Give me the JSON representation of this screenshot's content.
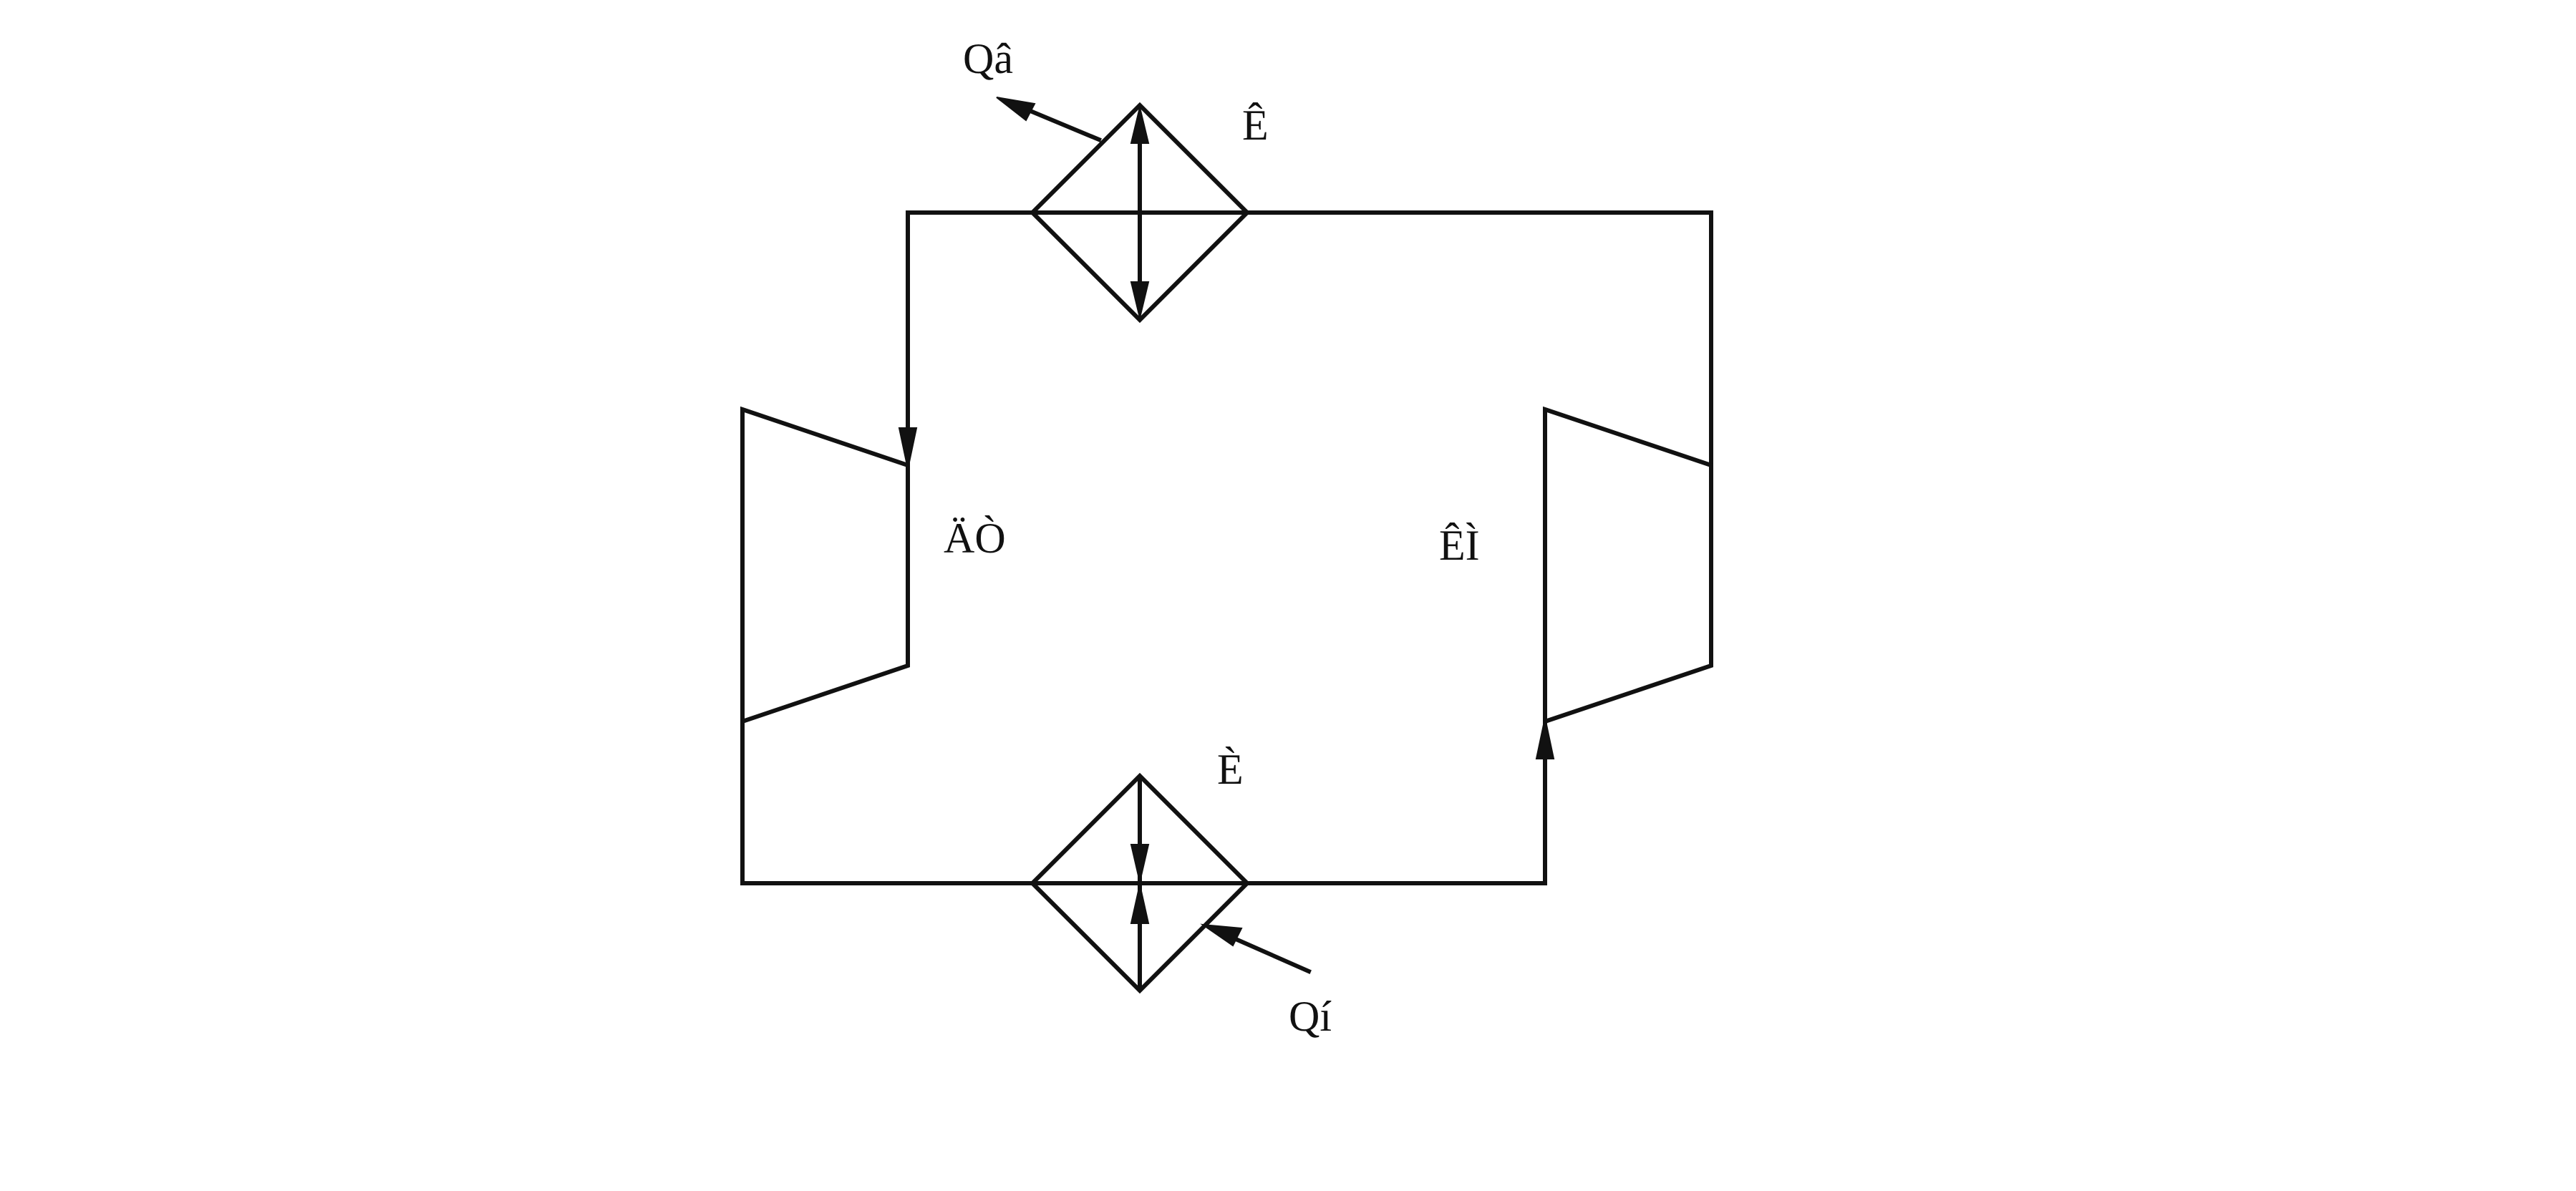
{
  "diagram": {
    "labels": {
      "q_out": "Qâ",
      "condenser": "Ê",
      "expander": "ÄÒ",
      "compressor": "ÊÌ",
      "evaporator": "È",
      "q_in": "Qí"
    },
    "colors": {
      "stroke": "#111111",
      "background": "#ffffff"
    }
  }
}
